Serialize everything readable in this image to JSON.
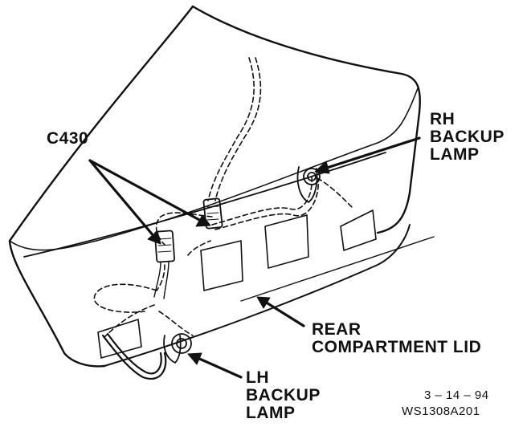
{
  "callouts": {
    "c430": "C430",
    "rh_backup_lamp": [
      "RH",
      "BACKUP",
      "LAMP"
    ],
    "rear_compartment_lid": [
      "REAR",
      "COMPARTMENT LID"
    ],
    "lh_backup_lamp": [
      "LH",
      "BACKUP",
      "LAMP"
    ]
  },
  "footer": {
    "date": "3 – 14 – 94",
    "figure_code": "WS1308A201"
  },
  "colors": {
    "ink": "#111111",
    "background": "#ffffff"
  }
}
